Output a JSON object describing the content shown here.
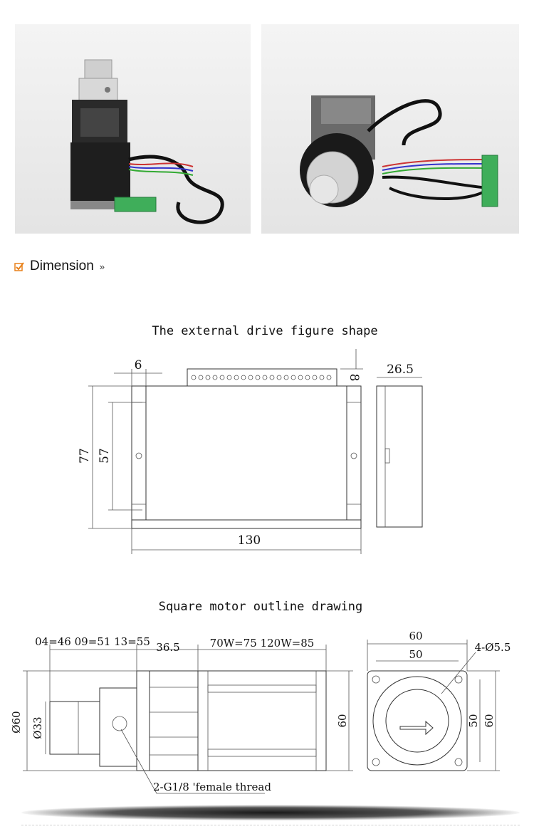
{
  "section": {
    "title": "Dimension",
    "chevron": "»",
    "icon": "check-icon"
  },
  "drive_drawing": {
    "caption": "The external drive figure shape",
    "dims": {
      "top": "6",
      "pin": "8",
      "side": "26.5",
      "h_outer": "77",
      "h_inner": "57",
      "width": "130"
    }
  },
  "motor_drawing": {
    "caption": "Square motor outline drawing",
    "dims": {
      "pump_len": "04=46 09=51 13=55",
      "adapter": "36.5",
      "motor_len": "70W=75  120W=85",
      "dia_outer": "Ø60",
      "dia_inner": "Ø33",
      "height": "60",
      "thread": "2-G1/8 'female thread",
      "front_w": "60",
      "front_inner_w": "50",
      "holes": "4-Ø5.5",
      "front_h_inner": "50",
      "front_h": "60"
    }
  },
  "colors": {
    "check": "#e8811a",
    "line": "#333333",
    "motor": "#1c1c1c",
    "steel": "#c9c9c9",
    "terminal": "#3fae5a"
  }
}
